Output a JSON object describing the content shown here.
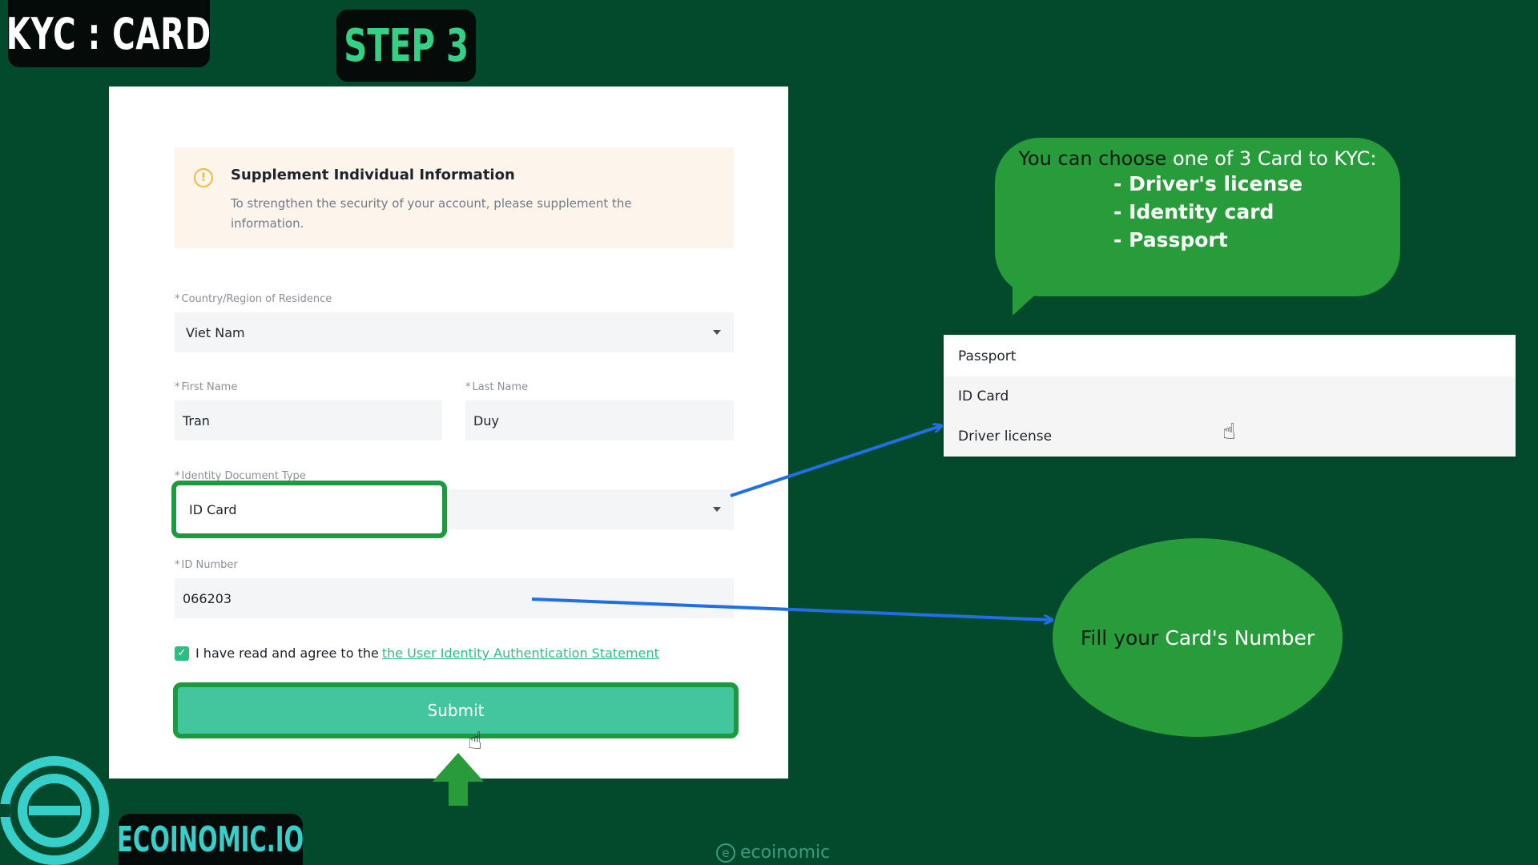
{
  "header": {
    "title": "KYC : CARD",
    "step": "STEP 3"
  },
  "form": {
    "notice": {
      "title": "Supplement Individual Information",
      "text": "To strengthen the security of your account, please supplement the information.",
      "icon": "warning-icon"
    },
    "country": {
      "label": "Country/Region of Residence",
      "value": "Viet Nam"
    },
    "first_name": {
      "label": "First Name",
      "value": "Tran"
    },
    "last_name": {
      "label": "Last Name",
      "value": "Duy"
    },
    "document_type": {
      "label": "Identity Document Type",
      "value": "ID Card"
    },
    "id_number": {
      "label": "ID Number",
      "value": "066203"
    },
    "agree": {
      "text": "I have read and agree to the",
      "link": "the User Identity Authentication Statement",
      "checked": true
    },
    "submit_label": "Submit",
    "required_mark": "*"
  },
  "callout": {
    "intro_prefix": "You can choose",
    "intro_rest": "one of 3 Card to KYC:",
    "items": [
      "- Driver's license",
      "- Identity card",
      "- Passport"
    ]
  },
  "dropdown": {
    "options": [
      "Passport",
      "ID Card",
      "Driver license"
    ]
  },
  "ellipse": {
    "prefix": "Fill your",
    "rest": "Card's Number"
  },
  "brand": {
    "name": "ECOINOMIC.IO",
    "watermark": "ecoinomic"
  },
  "colors": {
    "background": "#034a2c",
    "highlight_green": "#1d9a40",
    "submit": "#43c59e",
    "arrow_blue": "#1f6fe6",
    "accent": "#36cf86"
  }
}
